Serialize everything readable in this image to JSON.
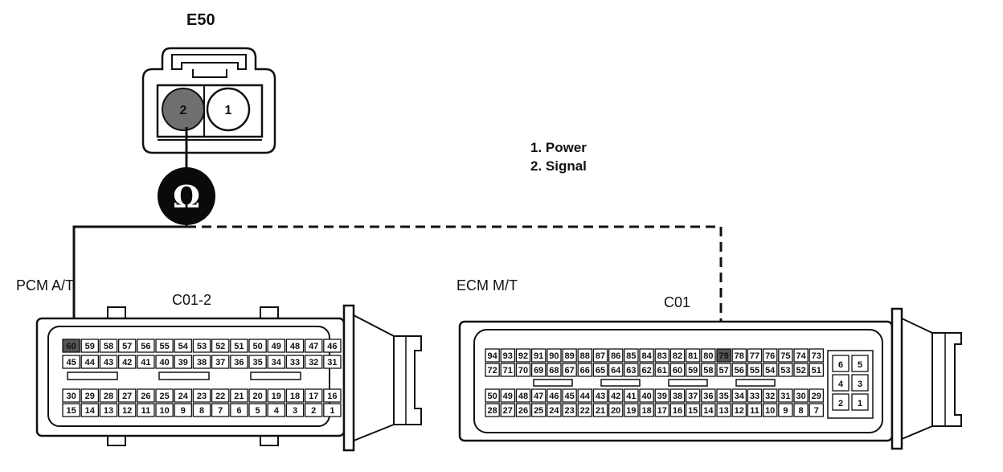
{
  "sensor": {
    "label": "E50",
    "pins": [
      "2",
      "1"
    ]
  },
  "meter": {
    "symbol": "Ω"
  },
  "legend": [
    "1. Power",
    "2. Signal"
  ],
  "pcm": {
    "label": "PCM A/T",
    "connector": "C01-2",
    "rows": [
      [
        "60",
        "59",
        "58",
        "57",
        "56",
        "55",
        "54",
        "53",
        "52",
        "51",
        "50",
        "49",
        "48",
        "47",
        "46"
      ],
      [
        "45",
        "44",
        "43",
        "42",
        "41",
        "40",
        "39",
        "38",
        "37",
        "36",
        "35",
        "34",
        "33",
        "32",
        "31"
      ],
      [
        "30",
        "29",
        "28",
        "27",
        "26",
        "25",
        "24",
        "23",
        "22",
        "21",
        "20",
        "19",
        "18",
        "17",
        "16"
      ],
      [
        "15",
        "14",
        "13",
        "12",
        "11",
        "10",
        "9",
        "8",
        "7",
        "6",
        "5",
        "4",
        "3",
        "2",
        "1"
      ]
    ],
    "highlighted_pin": "60"
  },
  "ecm": {
    "label": "ECM M/T",
    "connector": "C01",
    "rows": [
      [
        "94",
        "93",
        "92",
        "91",
        "90",
        "89",
        "88",
        "87",
        "86",
        "85",
        "84",
        "83",
        "82",
        "81",
        "80",
        "79",
        "78",
        "77",
        "76",
        "75",
        "74",
        "73"
      ],
      [
        "72",
        "71",
        "70",
        "69",
        "68",
        "67",
        "66",
        "65",
        "64",
        "63",
        "62",
        "61",
        "60",
        "59",
        "58",
        "57",
        "56",
        "55",
        "54",
        "53",
        "52",
        "51"
      ],
      [
        "50",
        "49",
        "48",
        "47",
        "46",
        "45",
        "44",
        "43",
        "42",
        "41",
        "40",
        "39",
        "38",
        "37",
        "36",
        "35",
        "34",
        "33",
        "32",
        "31",
        "30",
        "29"
      ],
      [
        "28",
        "27",
        "26",
        "25",
        "24",
        "23",
        "22",
        "21",
        "20",
        "19",
        "18",
        "17",
        "16",
        "15",
        "14",
        "13",
        "12",
        "11",
        "10",
        "9",
        "8",
        "7"
      ]
    ],
    "aux_pins": [
      [
        "6",
        "5"
      ],
      [
        "4",
        "3"
      ],
      [
        "2",
        "1"
      ]
    ],
    "highlighted_pin": "79"
  }
}
